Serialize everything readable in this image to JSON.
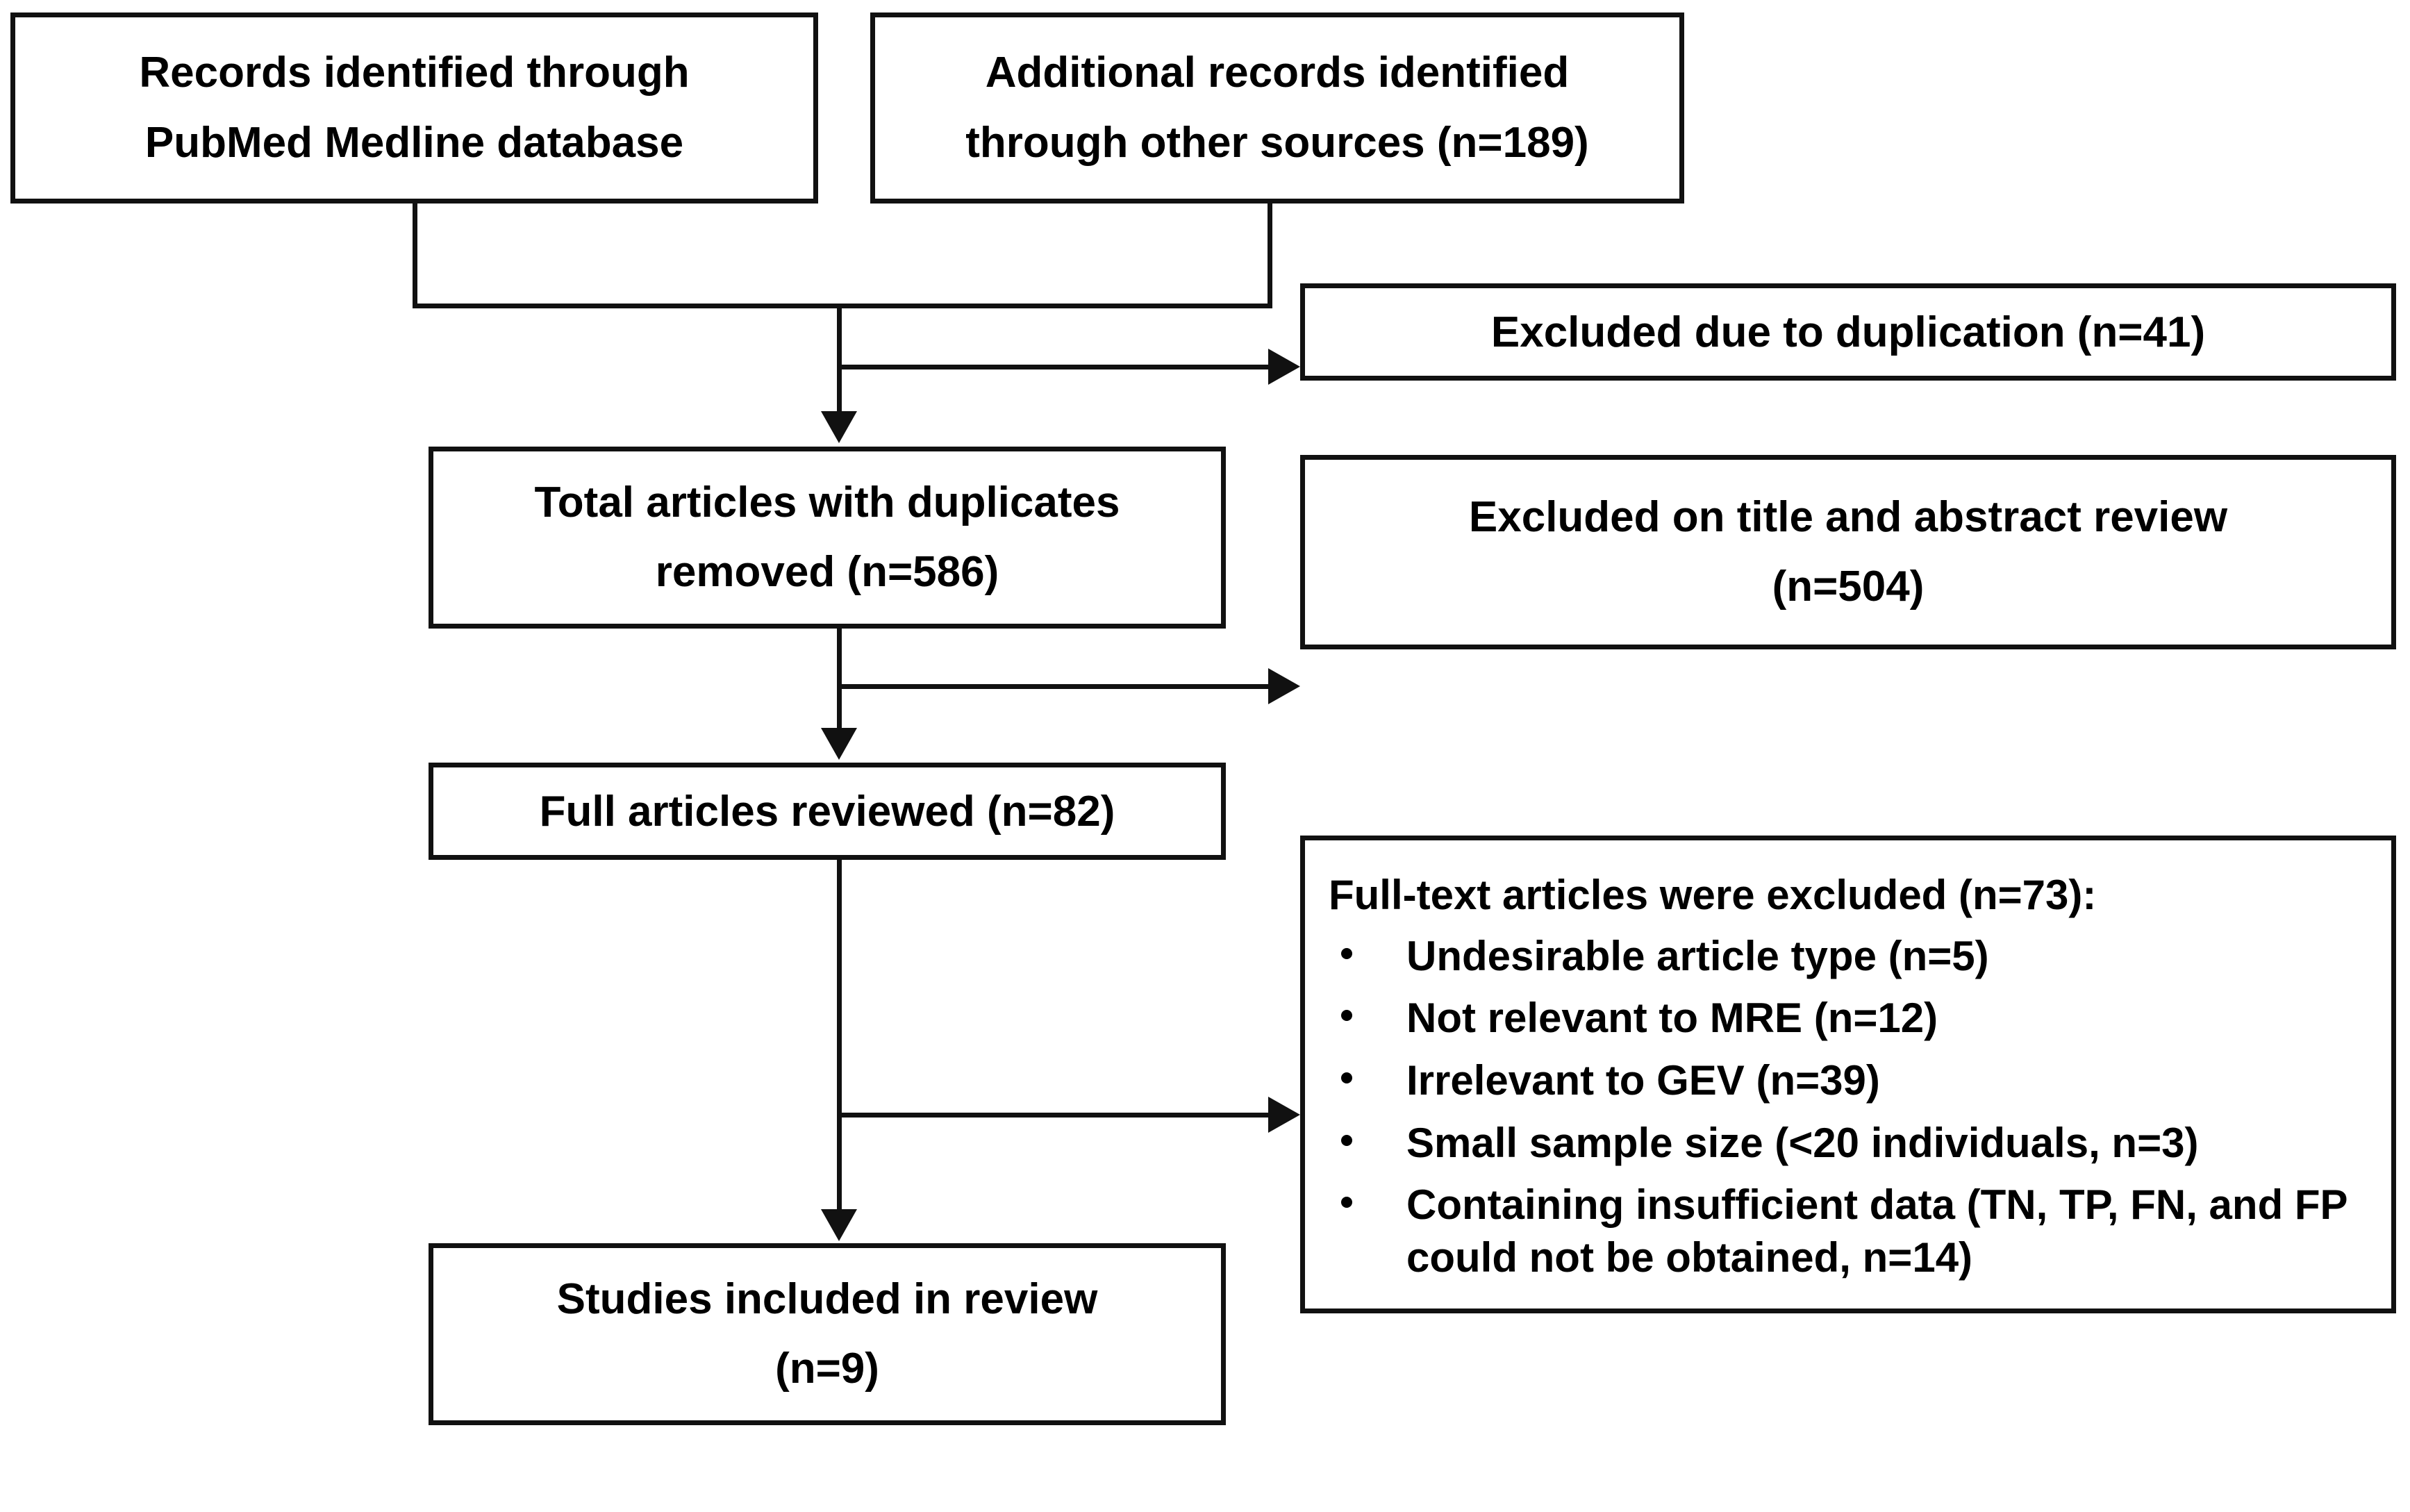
{
  "diagram": {
    "type": "prisma-flow-diagram",
    "nodes": {
      "pubmed": {
        "line1": "Records identified through",
        "line2": "PubMed Medline database"
      },
      "other_sources": {
        "line1": "Additional records identified",
        "line2": "through other sources (n=189)"
      },
      "excluded_duplication": {
        "line1": "Excluded due to duplication (n=41)"
      },
      "total_duplicates_removed": {
        "line1": "Total articles with duplicates",
        "line2": "removed (n=586)"
      },
      "excluded_title_abstract": {
        "line1": "Excluded on title and abstract review",
        "line2": "(n=504)"
      },
      "full_articles_reviewed": {
        "line1": "Full articles reviewed (n=82)"
      },
      "full_text_excluded": {
        "heading": "Full-text articles were excluded (n=73):",
        "reasons": [
          "Undesirable article type (n=5)",
          "Not relevant to MRE (n=12)",
          "Irrelevant to GEV (n=39)",
          "Small sample size (<20 individuals, n=3)",
          "Containing insufficient data (TN, TP, FN, and FP could not be obtained, n=14)"
        ]
      },
      "studies_included": {
        "line1": "Studies included in review",
        "line2": "(n=9)"
      }
    },
    "counts": {
      "additional_records_other_sources": 189,
      "excluded_duplication": 41,
      "total_after_duplicates_removed": 586,
      "excluded_title_abstract": 504,
      "full_articles_reviewed": 82,
      "full_text_excluded_total": 73,
      "undesirable_article_type": 5,
      "not_relevant_to_mre": 12,
      "irrelevant_to_gev": 39,
      "small_sample_size": 3,
      "insufficient_data": 14,
      "studies_included": 9
    },
    "colors": {
      "border": "#111111",
      "text": "#000000",
      "background": "#ffffff"
    }
  }
}
